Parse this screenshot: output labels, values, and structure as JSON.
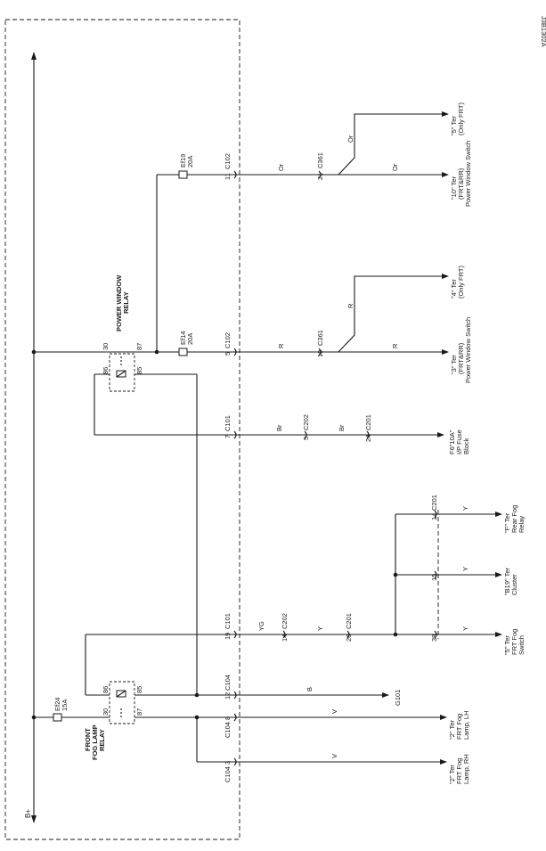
{
  "figure_id": "J3B1302A",
  "supply_label": "B+",
  "fuses": {
    "ef24": {
      "name": "Ef24",
      "rating": "15A"
    },
    "ef14": {
      "name": "Ef14",
      "rating": "20A"
    },
    "ef19": {
      "name": "Ef19",
      "rating": "20A"
    }
  },
  "relays": {
    "front_fog": {
      "label_lines": [
        "FRONT",
        "FOG LAMP",
        "RELAY"
      ],
      "pins": {
        "p30": "30",
        "p86": "86",
        "p87": "87",
        "p85": "85"
      }
    },
    "power_window": {
      "label_lines": [
        "POWER WINDOW",
        "RELAY"
      ],
      "pins": {
        "p30": "30",
        "p86": "86",
        "p87": "87",
        "p85": "85"
      }
    }
  },
  "connectors": {
    "c104_3": {
      "pin": "3",
      "name": "C104"
    },
    "c104_8": {
      "pin": "8",
      "name": "C104"
    },
    "c104_12": {
      "pin": "12",
      "name": "C104"
    },
    "c101_19": {
      "pin": "19",
      "name": "C101"
    },
    "c101_7": {
      "pin": "7",
      "name": "C101"
    },
    "c102_5": {
      "pin": "5",
      "name": "C102"
    },
    "c102_11": {
      "pin": "11",
      "name": "C102"
    },
    "c202_14": {
      "pin": "14",
      "name": "C202"
    },
    "c202_5": {
      "pin": "5",
      "name": "C202"
    },
    "c201_26": {
      "pin": "26",
      "name": "C201"
    },
    "c201_24": {
      "pin": "24",
      "name": "C201"
    },
    "c201_38": {
      "pin": "38",
      "name": ""
    },
    "c201_15": {
      "pin": "15",
      "name": ""
    },
    "c201_14": {
      "pin": "14",
      "name": "C201"
    },
    "c361_10": {
      "pin": "10",
      "name": "C361"
    },
    "c361_21": {
      "pin": "21",
      "name": "C361"
    }
  },
  "wire_colors": {
    "v1": "V",
    "v2": "V",
    "b": "B",
    "yg": "YG",
    "y1": "Y",
    "y2": "Y",
    "y3": "Y",
    "y4": "Y",
    "br1": "Br",
    "br2": "Br",
    "r1": "R",
    "r2": "R",
    "or1": "Or",
    "or2": "Or"
  },
  "ground": "G101",
  "destinations": {
    "fog_rh": [
      "\"2\" Ter",
      "FRT Fog",
      "Lamp, RH"
    ],
    "fog_lh": [
      "\"2\" Ter",
      "FRT Fog",
      "Lamp, LH"
    ],
    "frt_fog_switch": [
      "\"5\" Ter",
      "FRT Fog",
      "Switch"
    ],
    "cluster": [
      "\"B19\" Ter",
      "Cluster"
    ],
    "rear_fog_relay": [
      "\"F\" Ter",
      "Rear Fog",
      "Relay"
    ],
    "ip_fuse_block": [
      "F6\"10A\"",
      "I/P Fuse",
      "Block"
    ],
    "pw_switch_3": [
      "\"3\" Ter",
      "(FRT&RR)",
      "Power Window Switch"
    ],
    "pw_switch_4": [
      "\"4\" Ter",
      "(Only FRT)"
    ],
    "pw_switch_10": [
      "\"10\" Ter",
      "(FRT&RR)",
      "Power Window Switch"
    ],
    "pw_switch_5": [
      "\"5\" Ter",
      "(Only FRT)"
    ]
  }
}
